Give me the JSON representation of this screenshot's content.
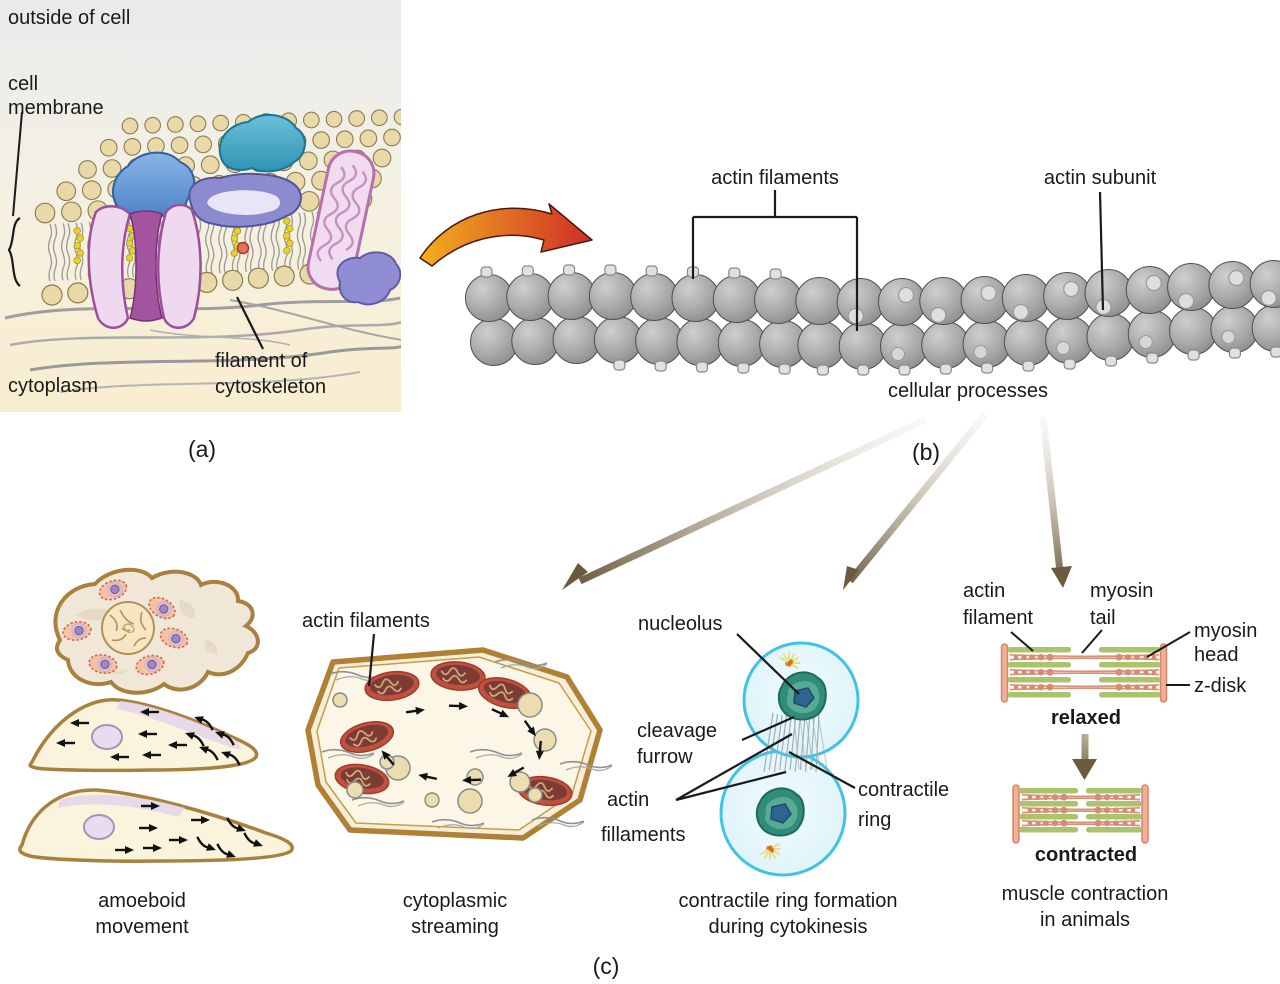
{
  "figure": {
    "description": "Microfilaments diagram: actin structure and cellular processes"
  },
  "panel_a": {
    "tag": "(a)",
    "label_outside": "outside of cell",
    "label_membrane_l1": "cell",
    "label_membrane_l2": "membrane",
    "label_cytoplasm": "cytoplasm",
    "label_filament_l1": "filament of",
    "label_filament_l2": "cytoskeleton"
  },
  "panel_b": {
    "tag": "(b)",
    "label_actin_filaments": "actin filaments",
    "label_actin_subunit": "actin subunit",
    "label_cellular_processes": "cellular processes"
  },
  "panel_c": {
    "tag": "(c)",
    "amoeboid": {
      "caption_l1": "amoeboid",
      "caption_l2": "movement"
    },
    "streaming": {
      "label_actin_filaments": "actin filaments",
      "caption_l1": "cytoplasmic",
      "caption_l2": "streaming"
    },
    "cytokinesis": {
      "label_nucleolus": "nucleolus",
      "label_cleavage_l1": "cleavage",
      "label_cleavage_l2": "furrow",
      "label_actin_l1": "actin",
      "label_actin_l2": "fillaments",
      "label_ring_l1": "contractile",
      "label_ring_l2": "ring",
      "caption_l1": "contractile ring formation",
      "caption_l2": "during cytokinesis"
    },
    "muscle": {
      "label_actin_l1": "actin",
      "label_actin_l2": "filament",
      "label_myosin_tail_l1": "myosin",
      "label_myosin_tail_l2": "tail",
      "label_myosin_head_l1": "myosin",
      "label_myosin_head_l2": "head",
      "label_zdisk": "z-disk",
      "state_relaxed": "relaxed",
      "state_contracted": "contracted",
      "caption_l1": "muscle contraction",
      "caption_l2": "in animals"
    }
  },
  "colors": {
    "text": "#1a1a1a",
    "panel_a_bg_top": "#e9eaec",
    "panel_a_bg_bottom": "#f9edd0",
    "lipid_tan": "#ead9a8",
    "lipid_edge": "#8a7a50",
    "zoom_arrow_orange": "#f2b01e",
    "zoom_arrow_red": "#cf2d28",
    "actin_sphere_gray": "#a0a0a0",
    "process_arrow_brown": "#6b5a3d",
    "amoeba_brown": "#a8813f",
    "plant_wall_brown": "#b08034",
    "organelle_red": "#c05040",
    "cell_cyan": "#3fc3e6",
    "nucleus_teal": "#2f8d7a",
    "nucleolus_blue": "#2d6490",
    "sarcomere_green": "#a9c46b",
    "sarcomere_pink": "#e09a82"
  }
}
